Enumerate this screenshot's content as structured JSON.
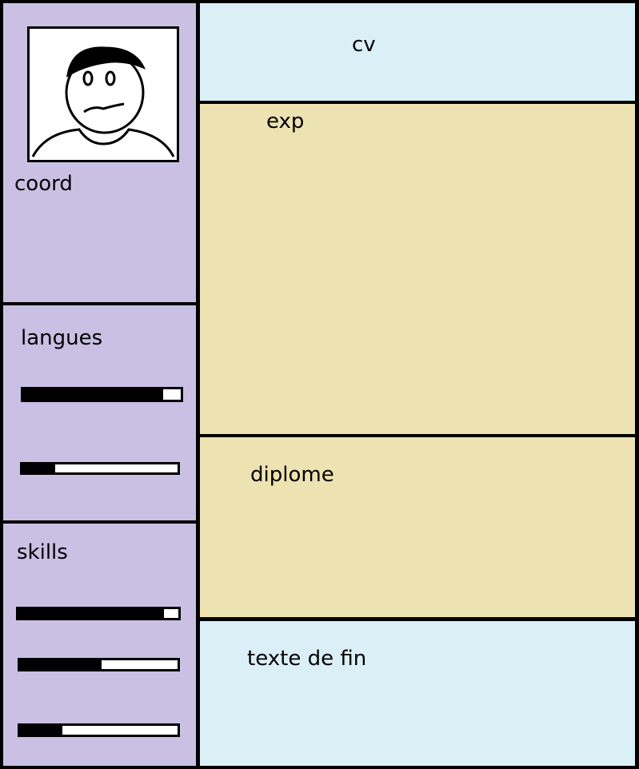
{
  "colors": {
    "sidebar": "#c9c0e4",
    "header_footer": "#dbeff7",
    "content": "#ede2b1",
    "border": "#000000"
  },
  "header": {
    "title": "cv"
  },
  "sidebar": {
    "photo_icon": "face-sketch-icon",
    "coord_label": "coord",
    "langues": {
      "label": "langues",
      "levels": [
        0.89,
        0.21
      ]
    },
    "skills": {
      "label": "skills",
      "levels": [
        0.91,
        0.52,
        0.27
      ]
    }
  },
  "main": {
    "exp_label": "exp",
    "diplome_label": "diplome",
    "footer_label": "texte de fin"
  }
}
